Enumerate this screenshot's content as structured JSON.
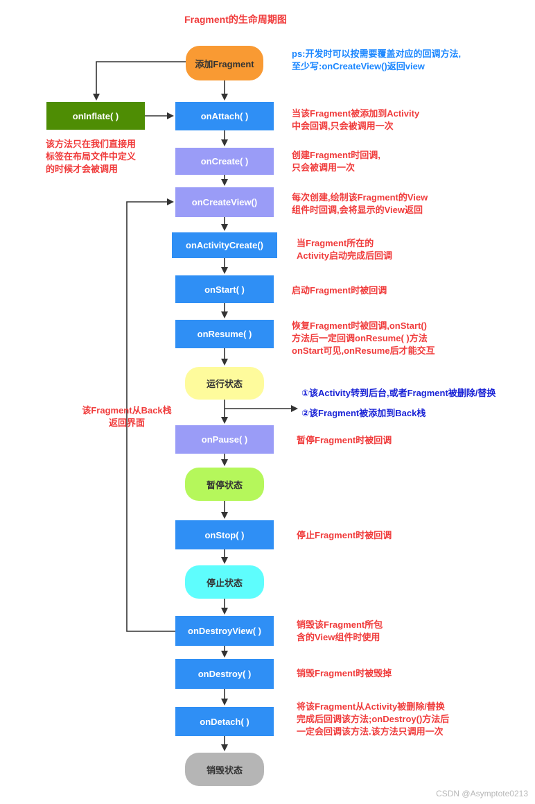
{
  "title": "Fragment的生命周期图",
  "colors": {
    "blue": "#2f8ff5",
    "purple": "#9a9cf7",
    "green": "#4e8d04",
    "orange": "#f99a33",
    "yellow": "#fefb9c",
    "lime": "#b5f75b",
    "cyan": "#5efdfd",
    "gray": "#b5b5b5",
    "text_red": "#f03c3c",
    "text_blue": "#1a86ff",
    "text_navy": "#1a23d6"
  },
  "nodes": {
    "add_fragment": "添加Fragment",
    "on_inflate": "onInflate( )",
    "on_attach": "onAttach( )",
    "on_create": "onCreate( )",
    "on_create_view": "onCreateView()",
    "on_activity_create": "onActivityCreate()",
    "on_start": "onStart( )",
    "on_resume": "onResume( )",
    "running_state": "运行状态",
    "on_pause": "onPause( )",
    "paused_state": "暂停状态",
    "on_stop": "onStop( )",
    "stopped_state": "停止状态",
    "on_destroy_view": "onDestroyView( )",
    "on_destroy": "onDestroy( )",
    "on_detach": "onDetach( )",
    "destroyed_state": "销毁状态"
  },
  "notes": {
    "ps": "ps:开发时可以按需要覆盖对应的回调方法,\n至少写:onCreateView()返回view",
    "on_inflate": "该方法只在我们直接用\n标签在布局文件中定义\n的时候才会被调用",
    "on_attach": "当该Fragment被添加到Activity\n中会回调,只会被调用一次",
    "on_create": "创建Fragment时回调,\n只会被调用一次",
    "on_create_view": "每次创建,绘制该Fragment的View\n组件时回调,会将显示的View返回",
    "on_activity_create": "当Fragment所在的\nActivity启动完成后回调",
    "on_start": "启动Fragment时被回调",
    "on_resume": "恢复Fragment时被回调,onStart()\n方法后一定回调onResume( )方法\nonStart可见,onResume后才能交互",
    "branch_1": "①该Activity转到后台,或者Fragment被删除/替换",
    "branch_2": "②该Fragment被添加到Back栈",
    "back_stack": "该Fragment从Back栈\n返回界面",
    "on_pause": "暂停Fragment时被回调",
    "on_stop": "停止Fragment时被回调",
    "on_destroy_view": "销毁该Fragment所包\n含的View组件时使用",
    "on_destroy": "销毁Fragment时被毁掉",
    "on_detach": "将该Fragment从Activity被删除/替换\n完成后回调该方法;onDestroy()方法后\n一定会回调该方法.该方法只调用一次"
  },
  "watermark": "CSDN @Asymptote0213"
}
